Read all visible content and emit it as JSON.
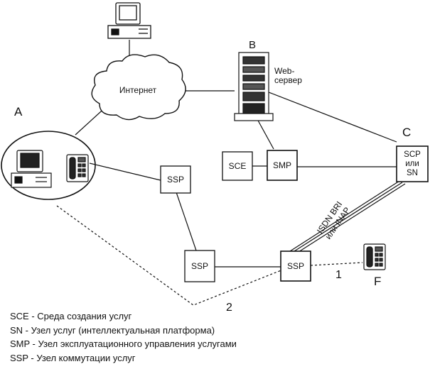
{
  "labels": {
    "internet": "Интернет",
    "point_a": "A",
    "point_b": "B",
    "point_c": "C",
    "point_f": "F",
    "link_1": "1",
    "link_2": "2",
    "web_line1": "Web-",
    "web_line2": "сервер",
    "isdn_line1": "ISDN BRI",
    "isdn_line2": "или INAP"
  },
  "nodes": {
    "sce": "SCE",
    "smp": "SMP",
    "ssp_top": "SSP",
    "ssp_mid": "SSP",
    "ssp_right": "SSP",
    "scp_line1": "SCP",
    "scp_line2": "или",
    "scp_line3": "SN"
  },
  "legend": [
    "SCE - Среда создания услуг",
    "SN - Узел услуг (интеллектуальная платформа)",
    "SMP - Узел эксплуатационного управления услугами",
    "SSP - Узел коммутации услуг"
  ]
}
